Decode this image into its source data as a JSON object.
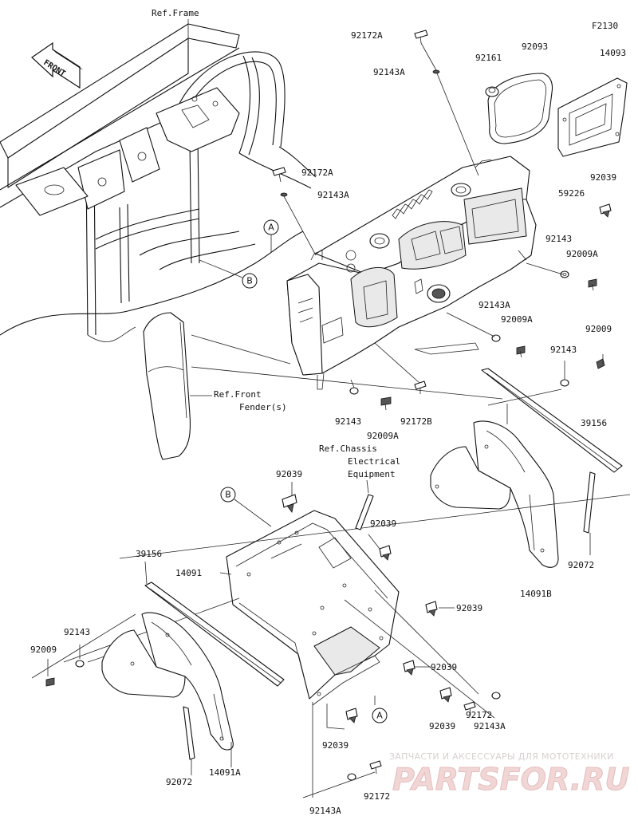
{
  "figure_code": "F2130",
  "front_label": "FRONT",
  "references": {
    "frame": "Ref.Frame",
    "front_fender_1": "Ref.Front",
    "front_fender_2": "Fender(s)",
    "chassis_1": "Ref.Chassis",
    "chassis_2": "Electrical",
    "chassis_3": "Equipment"
  },
  "callouts": {
    "a": "A",
    "b": "B"
  },
  "parts": [
    "92172A",
    "92143A",
    "92161",
    "92093",
    "14093",
    "92172A",
    "92143A",
    "92039",
    "59226",
    "92143",
    "92009A",
    "92143A",
    "92009A",
    "92009",
    "92143",
    "92143",
    "92009A",
    "92172B",
    "39156",
    "92039",
    "92039",
    "14091",
    "39156",
    "92039",
    "92143",
    "92009",
    "92039",
    "92072",
    "14091B",
    "92039",
    "92172",
    "92143A",
    "92039",
    "92072",
    "14091A",
    "92143A",
    "92172"
  ],
  "watermark": {
    "line1": "ЗАПЧАСТИ И АКСЕССУАРЫ ДЛЯ МОТОТЕХНИКИ",
    "line2": "PARTSFOR.RU"
  }
}
